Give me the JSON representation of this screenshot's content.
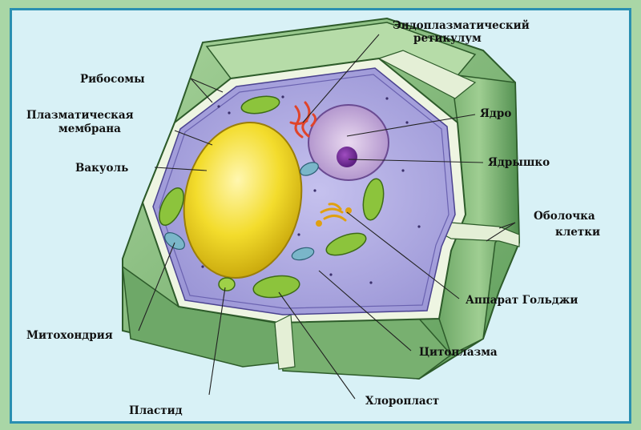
{
  "labels": {
    "er_line1": "Эндоплазматический",
    "er_line2": "ретикулум",
    "ribosomes": "Рибосомы",
    "plasma_line1": "Плазматическая",
    "plasma_line2": "мембрана",
    "vacuole": "Вакуоль",
    "nucleus": "Ядро",
    "nucleolus": "Ядрышко",
    "cell_wall_line1": "Оболочка",
    "cell_wall_line2": "клетки",
    "golgi": "Аппарат Гольджи",
    "mitochondrion": "Митохондрия",
    "cytoplasm": "Цитоплазма",
    "chloroplast": "Хлоропласт",
    "plastid": "Пластид"
  },
  "colors": {
    "background": "#d8f1f6",
    "frame_border": "#2a8fb1",
    "outer_margin": "#a9d6a6",
    "cell_wall": "#7fb874",
    "cytoplasm": "#b7b3e4",
    "vacuole": "#f2d92e",
    "nucleus": "#c8a6d8",
    "chloroplast": "#8cc43c"
  }
}
